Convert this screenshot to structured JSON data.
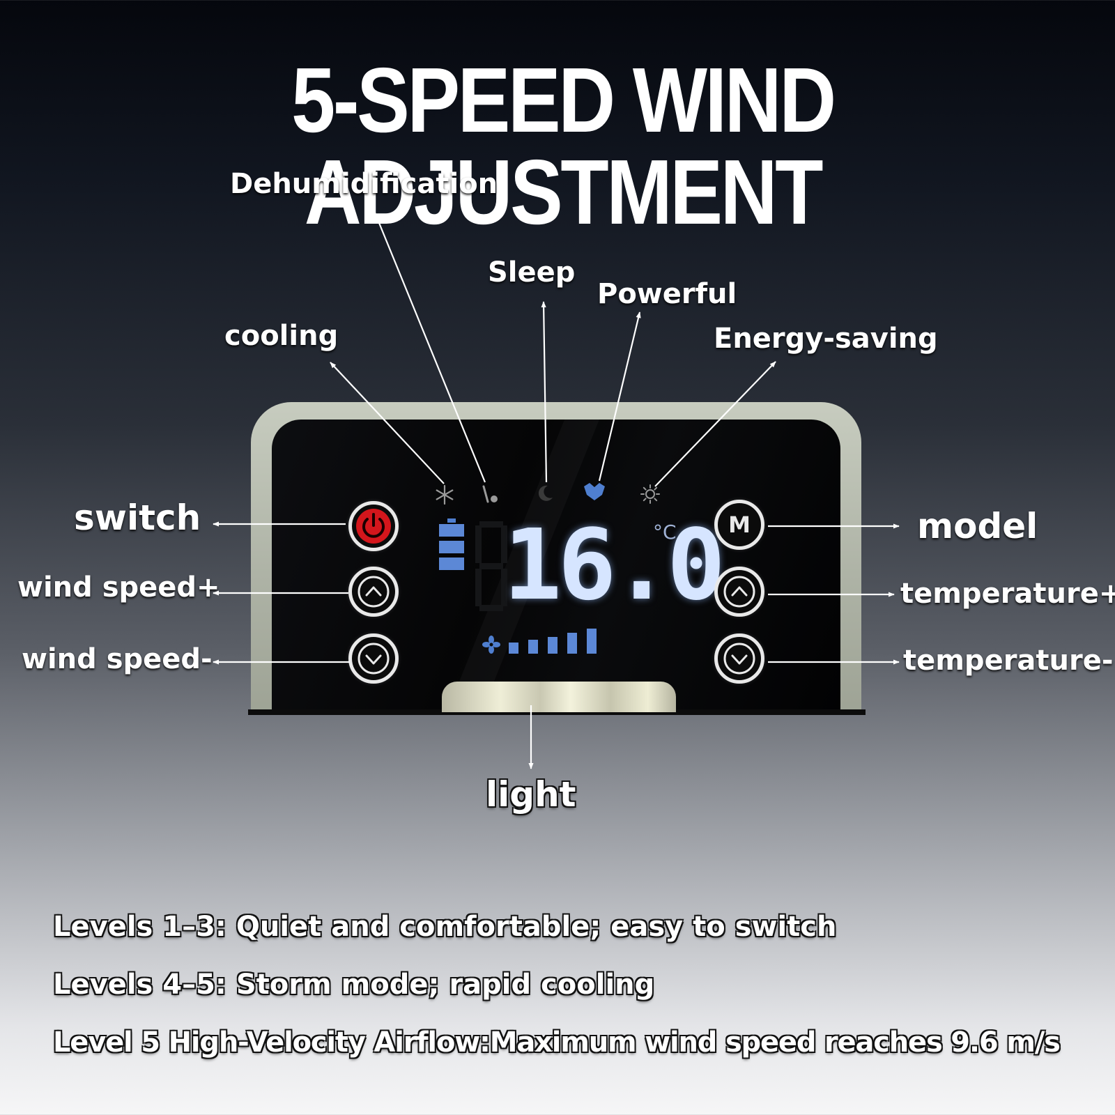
{
  "headline": "5-SPEED WIND ADJUSTMENT",
  "display": {
    "temperature": "16.0",
    "unit": "°C",
    "model_button_letter": "M"
  },
  "labels": {
    "dehumidification": "Dehumidification",
    "sleep": "Sleep",
    "powerful": "Powerful",
    "cooling": "cooling",
    "energy_saving": "Energy-saving",
    "switch": "switch",
    "wind_speed_plus": "wind speed+",
    "wind_speed_minus": "wind speed-",
    "model": "model",
    "temperature_plus": "temperature+",
    "temperature_minus": "temperature-",
    "light": "light"
  },
  "notes": [
    "Levels 1–3: Quiet and comfortable; easy to switch",
    "Levels 4–5: Storm mode; rapid cooling",
    "Level 5 High-Velocity Airflow:Maximum wind speed reaches 9.6 m/s"
  ],
  "colors": {
    "power_red": "#d4161c",
    "display_blue": "#d6e5ff",
    "icon_blue": "#4f7fd0",
    "frame": "#b6bbad"
  }
}
